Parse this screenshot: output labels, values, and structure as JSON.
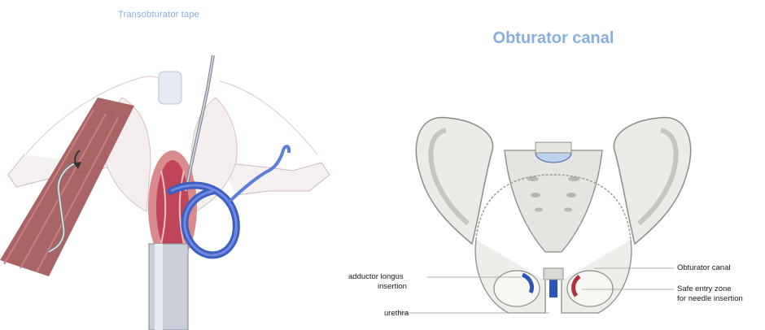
{
  "left_figure": {
    "title": "Transobturator tape"
  },
  "right_figure": {
    "title": "Obturator canal",
    "labels": {
      "adductor_line1": "adductor longus",
      "adductor_line2": "insertion",
      "urethra": "urethra",
      "obturator_canal": "Obturator canal",
      "safe_entry_line1": "Safe entry zone",
      "safe_entry_line2": "for needle insertion"
    }
  },
  "colors": {
    "title_blue": "#86aee0",
    "tape_blue": "#3d5fc4",
    "tissue_red": "#c0455a",
    "muscle_brown": "#8a3a3a",
    "bone_grey": "#d8d6d2"
  }
}
